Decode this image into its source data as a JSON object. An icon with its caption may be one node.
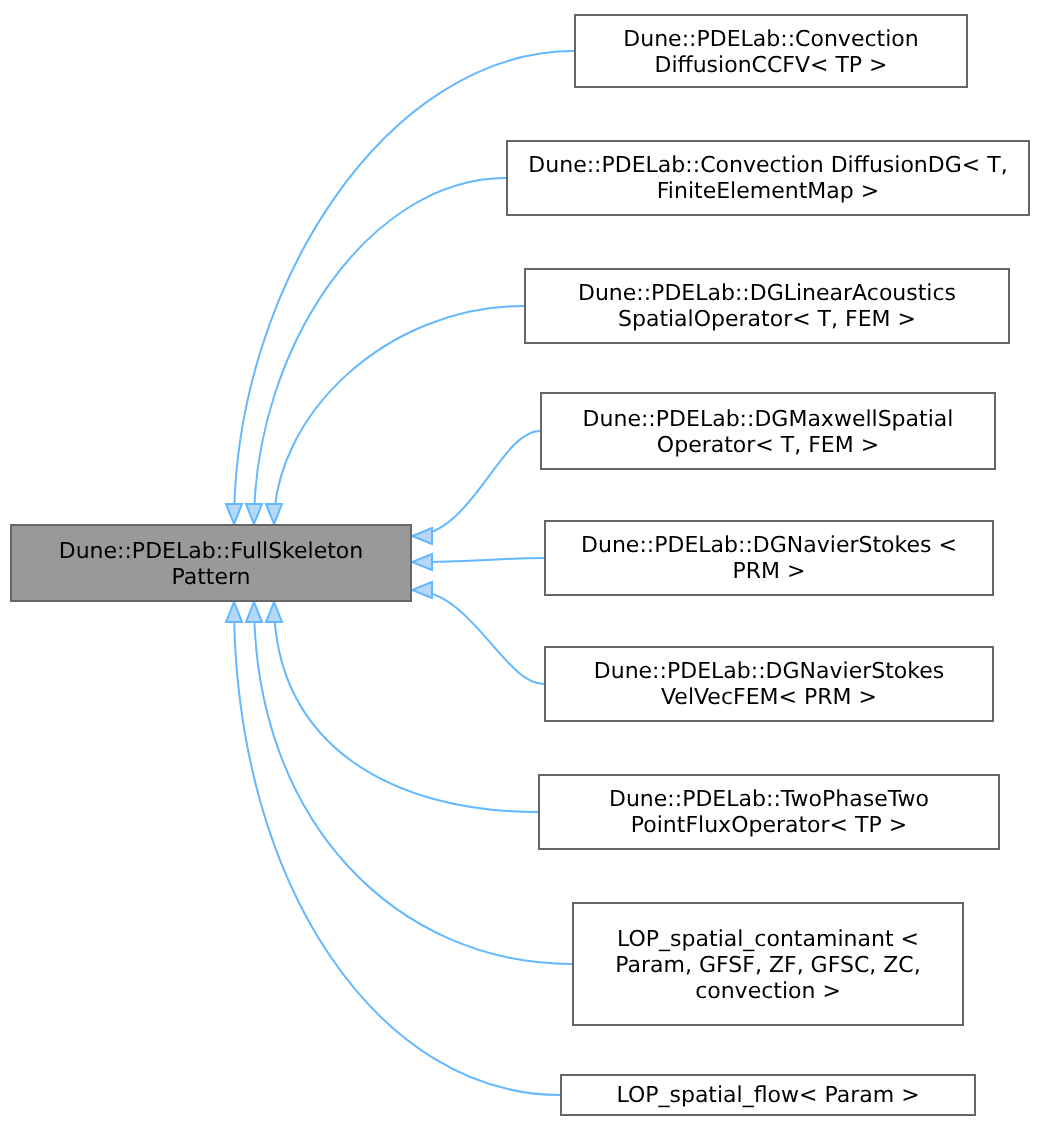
{
  "diagram": {
    "nodes": [
      {
        "text": [
          "Dune::PDELab::FullSkeleton Pattern"
        ]
      },
      {
        "text": [
          "Dune::PDELab::Convection DiffusionCCFV< TP >"
        ]
      },
      {
        "text": [
          "Dune::PDELab::Convection DiffusionDG< T, FiniteElementMap >"
        ]
      },
      {
        "text": [
          "Dune::PDELab::DGLinearAcoustics SpatialOperator< T, FEM >"
        ]
      },
      {
        "text": [
          "Dune::PDELab::DGMaxwellSpatial Operator< T, FEM >"
        ]
      },
      {
        "text": [
          "Dune::PDELab::DGNavierStokes < PRM >"
        ]
      },
      {
        "text": [
          "Dune::PDELab::DGNavierStokes VelVecFEM< PRM >"
        ]
      },
      {
        "text": [
          "Dune::PDELab::TwoPhaseTwo PointFluxOperator< TP >"
        ]
      },
      {
        "text": [
          "LOP_spatial_contaminant < Param, GFSF, ZF, GFSC, ZC, convection >"
        ]
      },
      {
        "text": [
          "LOP_spatial_flow< Param >"
        ]
      }
    ],
    "edges": [
      {
        "from": 1,
        "to": 0,
        "arrow": "to"
      },
      {
        "from": 2,
        "to": 0,
        "arrow": "to"
      },
      {
        "from": 3,
        "to": 0,
        "arrow": "to"
      },
      {
        "from": 4,
        "to": 0,
        "arrow": "to"
      },
      {
        "from": 5,
        "to": 0,
        "arrow": "to"
      },
      {
        "from": 6,
        "to": 0,
        "arrow": "to"
      },
      {
        "from": 7,
        "to": 0,
        "arrow": "to"
      },
      {
        "from": 8,
        "to": 0,
        "arrow": "to"
      },
      {
        "from": 9,
        "to": 0,
        "arrow": "to"
      }
    ]
  }
}
